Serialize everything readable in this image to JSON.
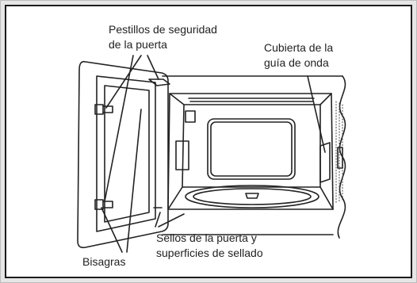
{
  "labels": {
    "door_latches": [
      "Pestillos de seguridad",
      "de la puerta"
    ],
    "waveguide_cover": [
      "Cubierta de la",
      "guía de onda"
    ],
    "door_seals": [
      "Sellos de la puerta y",
      "superficies de sellado"
    ],
    "hinges": "Bisagras"
  },
  "colors": {
    "frame": "#e6e6e6",
    "border": "#1b1b1b",
    "line": "#222222",
    "background": "#ffffff"
  }
}
